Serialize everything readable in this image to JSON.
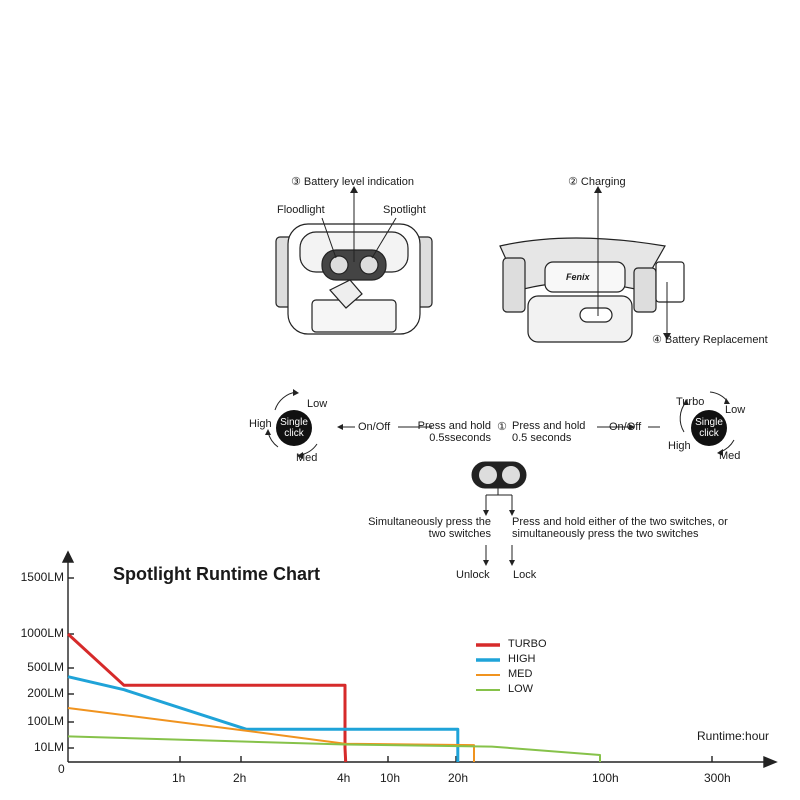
{
  "illustration": {
    "battery_indication": "③ Battery level indication",
    "floodlight": "Floodlight",
    "spotlight": "Spotlight",
    "charging": "② Charging",
    "battery_replacement": "④ Battery Replacement",
    "brand_logo": "Fenix"
  },
  "modes": {
    "left": {
      "high": "High",
      "low": "Low",
      "med": "Med",
      "button": "Single click",
      "onoff": "On/Off",
      "press": "Press and hold 0.5sseconds"
    },
    "right": {
      "turbo": "Turbo",
      "low": "Low",
      "high": "High",
      "med": "Med",
      "button": "Single click",
      "onoff": "On/Off",
      "press": "Press and hold 0.5 seconds"
    },
    "step_marker": "①",
    "unlock_instruction": "Simultaneously press the two switches",
    "lock_instruction": "Press and hold either of the two switches, or simultaneously press the two switches",
    "unlock": "Unlock",
    "lock": "Lock"
  },
  "chart_data": {
    "type": "line",
    "title": "Spotlight Runtime Chart",
    "xlabel": "Runtime:hour",
    "ylabel": "",
    "x_ticks": [
      "1h",
      "2h",
      "4h",
      "10h",
      "20h",
      "100h",
      "300h"
    ],
    "y_ticks": [
      "10LM",
      "100LM",
      "200LM",
      "500LM",
      "1000LM",
      "1500LM"
    ],
    "origin_label": "0",
    "x_scale": "non-linear (axis tick labels)",
    "y_scale": "non-linear (axis tick labels)",
    "legend_position": "center-right",
    "series": [
      {
        "name": "TURBO",
        "color": "#d62a2a",
        "points": [
          [
            0,
            1000
          ],
          [
            0.5,
            300
          ],
          [
            4,
            300
          ],
          [
            4,
            10
          ],
          [
            4.1,
            0
          ]
        ]
      },
      {
        "name": "HIGH",
        "color": "#1fa3d8",
        "points": [
          [
            0,
            400
          ],
          [
            0.5,
            250
          ],
          [
            2.1,
            75
          ],
          [
            21,
            75
          ],
          [
            21,
            0
          ]
        ]
      },
      {
        "name": "MED",
        "color": "#f0931f",
        "points": [
          [
            0,
            150
          ],
          [
            2.1,
            70
          ],
          [
            4,
            25
          ],
          [
            30,
            20
          ],
          [
            30,
            0
          ]
        ]
      },
      {
        "name": "LOW",
        "color": "#86c24a",
        "points": [
          [
            0,
            50
          ],
          [
            4,
            22
          ],
          [
            40,
            15
          ],
          [
            100,
            5
          ],
          [
            100,
            0
          ]
        ]
      }
    ]
  }
}
